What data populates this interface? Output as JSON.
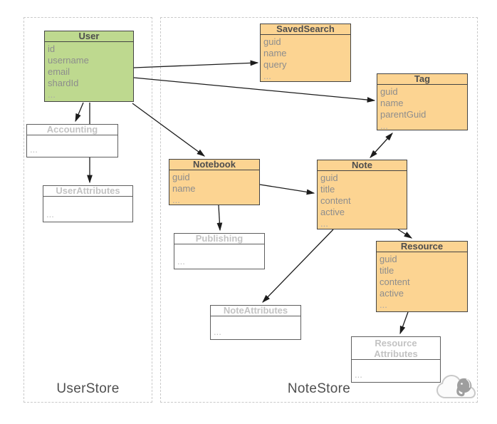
{
  "diagram": {
    "stores": [
      {
        "label": "UserStore"
      },
      {
        "label": "NoteStore"
      }
    ],
    "entities": [
      {
        "name": "User",
        "variant": "green",
        "fields": [
          "id",
          "username",
          "email",
          "shardId",
          "..."
        ]
      },
      {
        "name": "SavedSearch",
        "variant": "orange",
        "fields": [
          "guid",
          "name",
          "query",
          "..."
        ]
      },
      {
        "name": "Tag",
        "variant": "orange",
        "fields": [
          "guid",
          "name",
          "parentGuid",
          "..."
        ]
      },
      {
        "name": "Notebook",
        "variant": "orange",
        "fields": [
          "guid",
          "name",
          "..."
        ]
      },
      {
        "name": "Note",
        "variant": "orange",
        "fields": [
          "guid",
          "title",
          "content",
          "active",
          "..."
        ]
      },
      {
        "name": "Resource",
        "variant": "orange",
        "fields": [
          "guid",
          "title",
          "content",
          "active",
          "..."
        ]
      },
      {
        "name": "Accounting",
        "variant": "plain",
        "fields": [
          "..."
        ]
      },
      {
        "name": "UserAttributes",
        "variant": "plain",
        "fields": [
          "..."
        ]
      },
      {
        "name": "Publishing",
        "variant": "plain",
        "fields": [
          "..."
        ]
      },
      {
        "name": "NoteAttributes",
        "variant": "plain",
        "fields": [
          "..."
        ]
      },
      {
        "name": "Resource Attributes",
        "variant": "plain",
        "fields": [
          "..."
        ]
      }
    ],
    "connections": [
      {
        "from": "User",
        "to": "SavedSearch",
        "direction": "one-way"
      },
      {
        "from": "User",
        "to": "Tag",
        "direction": "one-way"
      },
      {
        "from": "User",
        "to": "Accounting",
        "direction": "one-way"
      },
      {
        "from": "User",
        "to": "UserAttributes",
        "direction": "one-way"
      },
      {
        "from": "User",
        "to": "Notebook",
        "direction": "one-way"
      },
      {
        "from": "Notebook",
        "to": "Note",
        "direction": "one-way"
      },
      {
        "from": "Notebook",
        "to": "Publishing",
        "direction": "one-way"
      },
      {
        "from": "Note",
        "to": "Tag",
        "direction": "two-way"
      },
      {
        "from": "Note",
        "to": "Resource",
        "direction": "one-way"
      },
      {
        "from": "Note",
        "to": "NoteAttributes",
        "direction": "one-way"
      },
      {
        "from": "Resource",
        "to": "ResourceAttributes",
        "direction": "one-way"
      }
    ],
    "colors": {
      "entity_green": "#bed98f",
      "entity_orange": "#fcd492",
      "plain_title": "#c3c3c3",
      "field_text": "#8d8d8d",
      "store_border": "#c9c9c9",
      "arrow": "#1c1c1c"
    },
    "logo": {
      "name": "evernote-elephant-cloud-logo"
    }
  }
}
